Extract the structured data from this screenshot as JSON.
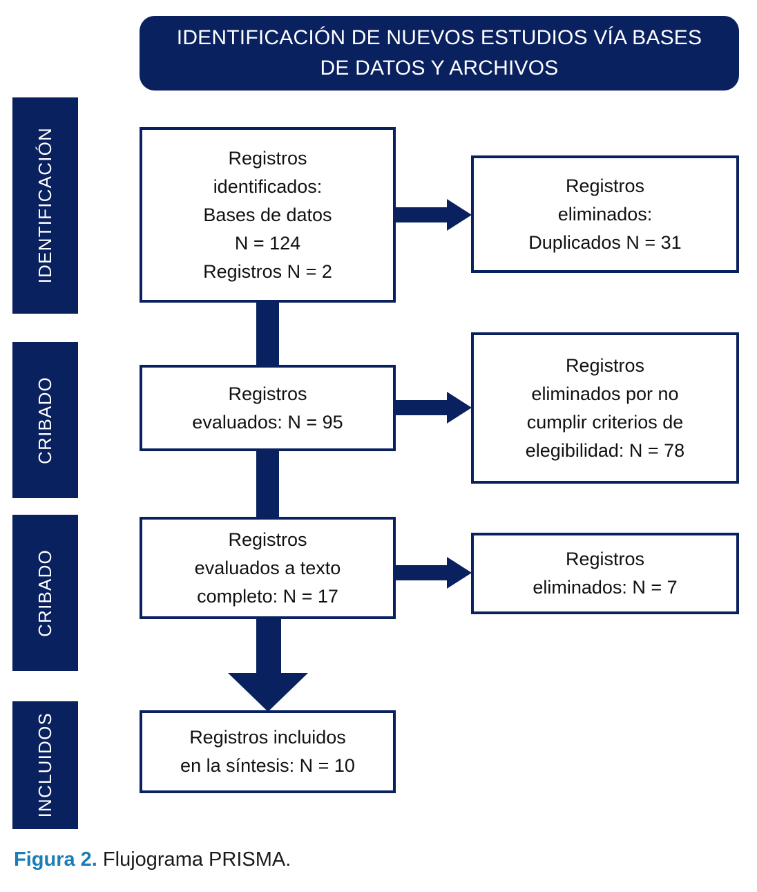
{
  "figure": {
    "title": "IDENTIFICACIÓN DE NUEVOS ESTUDIOS VÍA BASES DE DATOS Y ARCHIVOS",
    "caption_label": "Figura 2.",
    "caption_text": " Flujograma PRISMA.",
    "colors": {
      "navy": "#0a2160",
      "accent_blue": "#1b7db5",
      "box_fill": "#ffffff",
      "text": "#111111"
    }
  },
  "stages": [
    {
      "label": "IDENTIFICACIÓN"
    },
    {
      "label": "CRIBADO"
    },
    {
      "label": "CRIBADO"
    },
    {
      "label": "INCLUIDOS"
    }
  ],
  "boxes": {
    "identified": "Registros\nidentificados:\nBases de datos\nN = 124\nRegistros N = 2",
    "duplicates_removed": "Registros\neliminados:\nDuplicados N = 31",
    "screened": "Registros\nevaluados: N = 95",
    "excluded_eligibility": "Registros\neliminados por no\ncumplir criterios de\nelegibilidad: N = 78",
    "fulltext_assessed": "Registros\nevaluados a texto\ncompleto: N = 17",
    "excluded_fulltext": "Registros\neliminados: N = 7",
    "included": "Registros incluidos\nen la síntesis: N = 10"
  },
  "chart_data": {
    "type": "diagram",
    "title": "IDENTIFICACIÓN DE NUEVOS ESTUDIOS VÍA BASES DE DATOS Y ARCHIVOS",
    "nodes": [
      {
        "id": "identified",
        "stage": "IDENTIFICACIÓN",
        "text": "Registros identificados: Bases de datos N = 124 Registros N = 2",
        "values": {
          "Bases de datos": 124,
          "Registros": 2
        }
      },
      {
        "id": "duplicates_removed",
        "stage": "IDENTIFICACIÓN",
        "text": "Registros eliminados: Duplicados N = 31",
        "values": {
          "N": 31
        }
      },
      {
        "id": "screened",
        "stage": "CRIBADO",
        "text": "Registros evaluados: N = 95",
        "values": {
          "N": 95
        }
      },
      {
        "id": "excluded_eligibility",
        "stage": "CRIBADO",
        "text": "Registros eliminados por no cumplir criterios de elegibilidad: N = 78",
        "values": {
          "N": 78
        }
      },
      {
        "id": "fulltext_assessed",
        "stage": "CRIBADO",
        "text": "Registros evaluados a texto completo: N = 17",
        "values": {
          "N": 17
        }
      },
      {
        "id": "excluded_fulltext",
        "stage": "CRIBADO",
        "text": "Registros eliminados: N = 7",
        "values": {
          "N": 7
        }
      },
      {
        "id": "included",
        "stage": "INCLUIDOS",
        "text": "Registros incluidos en la síntesis: N = 10",
        "values": {
          "N": 10
        }
      }
    ],
    "edges": [
      {
        "from": "identified",
        "to": "duplicates_removed",
        "direction": "right"
      },
      {
        "from": "identified",
        "to": "screened",
        "direction": "down"
      },
      {
        "from": "screened",
        "to": "excluded_eligibility",
        "direction": "right"
      },
      {
        "from": "screened",
        "to": "fulltext_assessed",
        "direction": "down"
      },
      {
        "from": "fulltext_assessed",
        "to": "excluded_fulltext",
        "direction": "right"
      },
      {
        "from": "fulltext_assessed",
        "to": "included",
        "direction": "down"
      }
    ]
  }
}
